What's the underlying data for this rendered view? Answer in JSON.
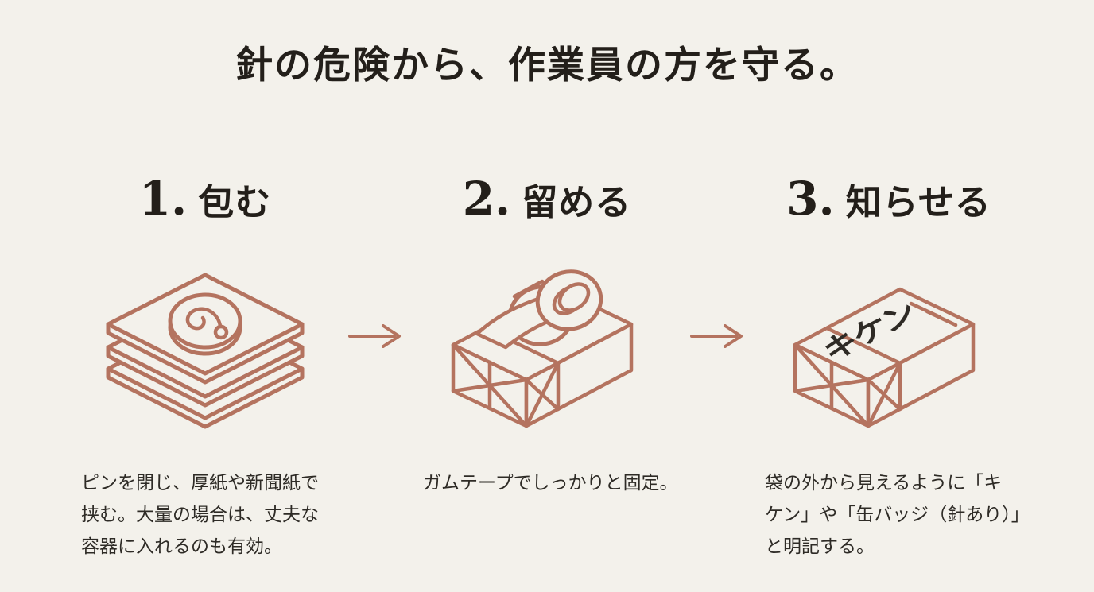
{
  "page": {
    "title": "針の危険から、作業員の方を守る。",
    "colors": {
      "background": "#f3f1eb",
      "line": "#b4735f",
      "title_text": "#231f1a",
      "body_text": "#2e2b26"
    }
  },
  "steps": [
    {
      "number": "1.",
      "heading": "包む",
      "illustration": "stacked-cardboard-with-pin-badge",
      "description_lines": [
        "ピンを閉じ、厚紙や新聞紙で",
        "挟む。大量の場合は、丈夫な",
        "容器に入れるのも有効。"
      ]
    },
    {
      "number": "2.",
      "heading": "留める",
      "illustration": "wrapped-package-with-tape-roll",
      "description_lines": [
        "ガムテープでしっかりと固定。"
      ]
    },
    {
      "number": "3.",
      "heading": "知らせる",
      "illustration": "wrapped-package-with-warning-label",
      "box_label": "キケン",
      "description_lines": [
        "袋の外から見えるように「キ",
        "ケン」や「缶バッジ（針あり）」",
        "と明記する。"
      ]
    }
  ],
  "arrow": {
    "direction": "right",
    "glyph": "→"
  }
}
